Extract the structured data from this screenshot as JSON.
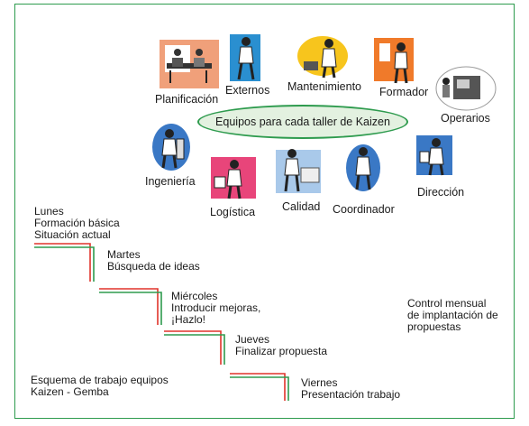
{
  "center_label": "Equipos para cada taller de Kaizen",
  "roles": {
    "planificacion": "Planificación",
    "externos": "Externos",
    "mantenimiento": "Mantenimiento",
    "formador": "Formador",
    "operarios": "Operarios",
    "ingenieria": "Ingeniería",
    "logistica": "Logística",
    "calidad": "Calidad",
    "coordinador": "Coordinador",
    "direccion": "Dirección"
  },
  "days": [
    {
      "day": "Lunes",
      "lines": [
        "Formación básica",
        "Situación actual"
      ]
    },
    {
      "day": "Martes",
      "lines": [
        "Búsqueda de ideas"
      ]
    },
    {
      "day": "Miércoles",
      "lines": [
        "Introducir mejoras,",
        "¡Hazlo!"
      ]
    },
    {
      "day": "Jueves",
      "lines": [
        "Finalizar propuesta"
      ]
    },
    {
      "day": "Viernes",
      "lines": [
        "Presentación trabajo"
      ]
    }
  ],
  "control_note": [
    "Control mensual",
    "de implantación de",
    "propuestas"
  ],
  "scheme_note": [
    "Esquema de trabajo equipos",
    "Kaizen - Gemba"
  ],
  "colors": {
    "frame": "#2e9b4e",
    "oval_fill": "#e3f1e0",
    "stair_red": "#e0342b",
    "stair_green": "#2e9b4e"
  },
  "icons": [
    "meeting-icon",
    "worker-icon",
    "person-on-phone-icon",
    "trainer-icon",
    "operator-at-machine-icon",
    "engineer-icon",
    "logistics-worker-icon",
    "inspector-icon",
    "coordinator-icon",
    "director-icon"
  ]
}
